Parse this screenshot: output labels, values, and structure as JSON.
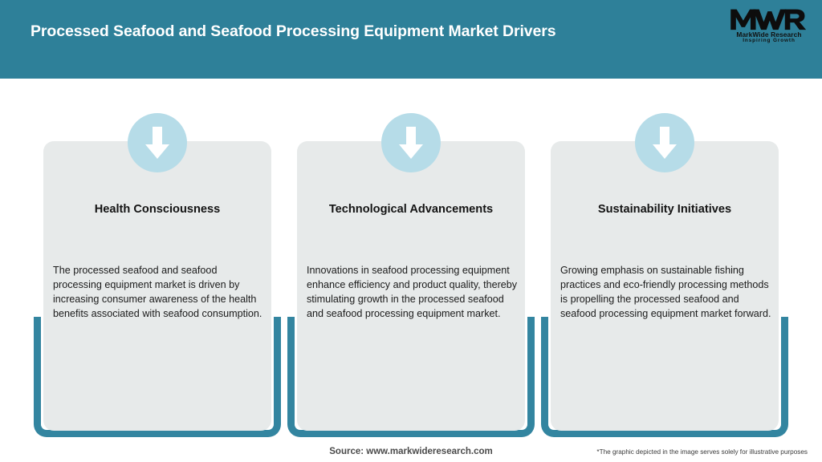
{
  "header": {
    "title": "Processed Seafood and Seafood Processing Equipment Market Drivers",
    "background_color": "#2e8099",
    "title_color": "#ffffff"
  },
  "logo": {
    "mark": "MWR",
    "name": "MarkWide Research",
    "tagline": "Inspiring Growth"
  },
  "theme": {
    "teal": "#2e8099",
    "frame_teal": "#3385a0",
    "card_gray": "#e7eaea",
    "icon_circle_blue": "#b6dce8",
    "arrow_white": "#ffffff"
  },
  "cards": [
    {
      "icon": "down-arrow-icon",
      "heading": "Health Consciousness",
      "body": "The processed seafood and seafood processing equipment market is driven by increasing consumer awareness of the health benefits associated with seafood consumption."
    },
    {
      "icon": "down-arrow-icon",
      "heading": "Technological Advancements",
      "body": "Innovations in seafood processing equipment enhance efficiency and product quality, thereby stimulating growth in the processed seafood and seafood processing equipment market."
    },
    {
      "icon": "down-arrow-icon",
      "heading": "Sustainability Initiatives",
      "body": "Growing emphasis on sustainable fishing practices and eco-friendly processing methods is propelling the processed seafood and seafood processing equipment market forward."
    }
  ],
  "footer": {
    "source": "Source: www.markwideresearch.com",
    "disclaimer": "*The graphic depicted in the image serves solely for illustrative purposes"
  }
}
